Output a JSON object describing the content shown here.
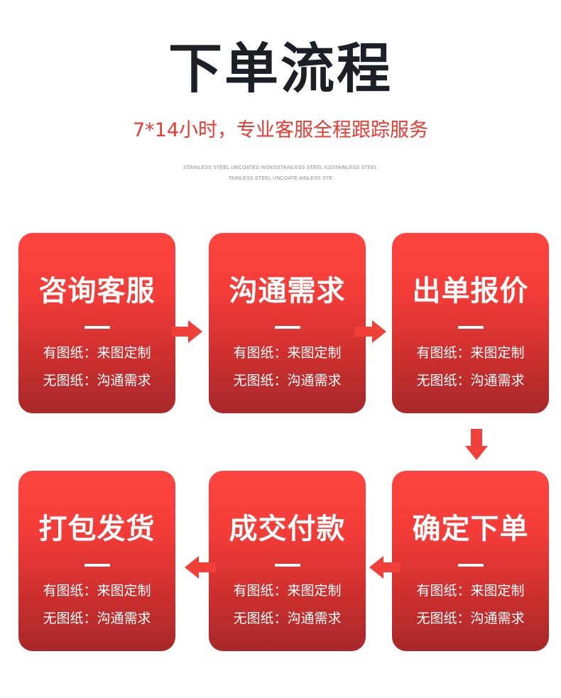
{
  "header": {
    "title": "下单流程",
    "subtitle": "7*14小时，专业客服全程跟踪服务",
    "fine_print_1": "STAINLESS STEEL UNCOATED WOKSSTAINLESS STEEL KSSTAINLESS STEEL",
    "fine_print_2": "TAINLESS STEEL UNCOATE AINLESS STE"
  },
  "steps": [
    {
      "title": "咨询客服",
      "line1": "有图纸：来图定制",
      "line2": "无图纸：沟通需求"
    },
    {
      "title": "沟通需求",
      "line1": "有图纸：来图定制",
      "line2": "无图纸：沟通需求"
    },
    {
      "title": "出单报价",
      "line1": "有图纸：来图定制",
      "line2": "无图纸：沟通需求"
    },
    {
      "title": "确定下单",
      "line1": "有图纸：来图定制",
      "line2": "无图纸：沟通需求"
    },
    {
      "title": "成交付款",
      "line1": "有图纸：来图定制",
      "line2": "无图纸：沟通需求"
    },
    {
      "title": "打包发货",
      "line1": "有图纸：来图定制",
      "line2": "无图纸：沟通需求"
    }
  ],
  "arrows": [
    {
      "name": "arrow-right-icon",
      "direction": "right"
    },
    {
      "name": "arrow-right-icon",
      "direction": "right"
    },
    {
      "name": "arrow-down-icon",
      "direction": "down"
    },
    {
      "name": "arrow-left-icon",
      "direction": "left"
    },
    {
      "name": "arrow-left-icon",
      "direction": "left"
    }
  ],
  "colors": {
    "accent": "#ea3a32",
    "card_top": "#ff4440",
    "card_bottom": "#a8282a",
    "title": "#1c1f26"
  }
}
